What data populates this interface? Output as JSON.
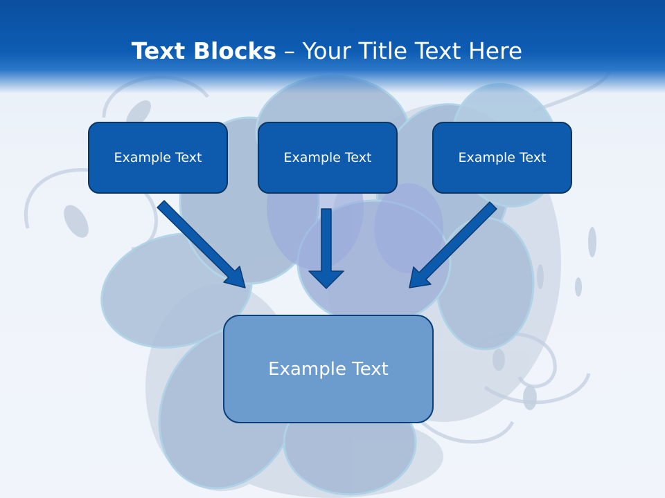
{
  "slide": {
    "title_bold": "Text Blocks",
    "title_dash": " – ",
    "title_rest": "Your Title Text Here"
  },
  "diagram": {
    "top_boxes": [
      "Example Text",
      "Example Text",
      "Example Text"
    ],
    "bottom_box": "Example Text"
  },
  "colors": {
    "header": "#0d5cb3",
    "box_fill": "#0e5bad",
    "box_border": "#0a3664",
    "bottom_box_fill": "#6b9ccd",
    "arrow": "#0b5aac"
  }
}
